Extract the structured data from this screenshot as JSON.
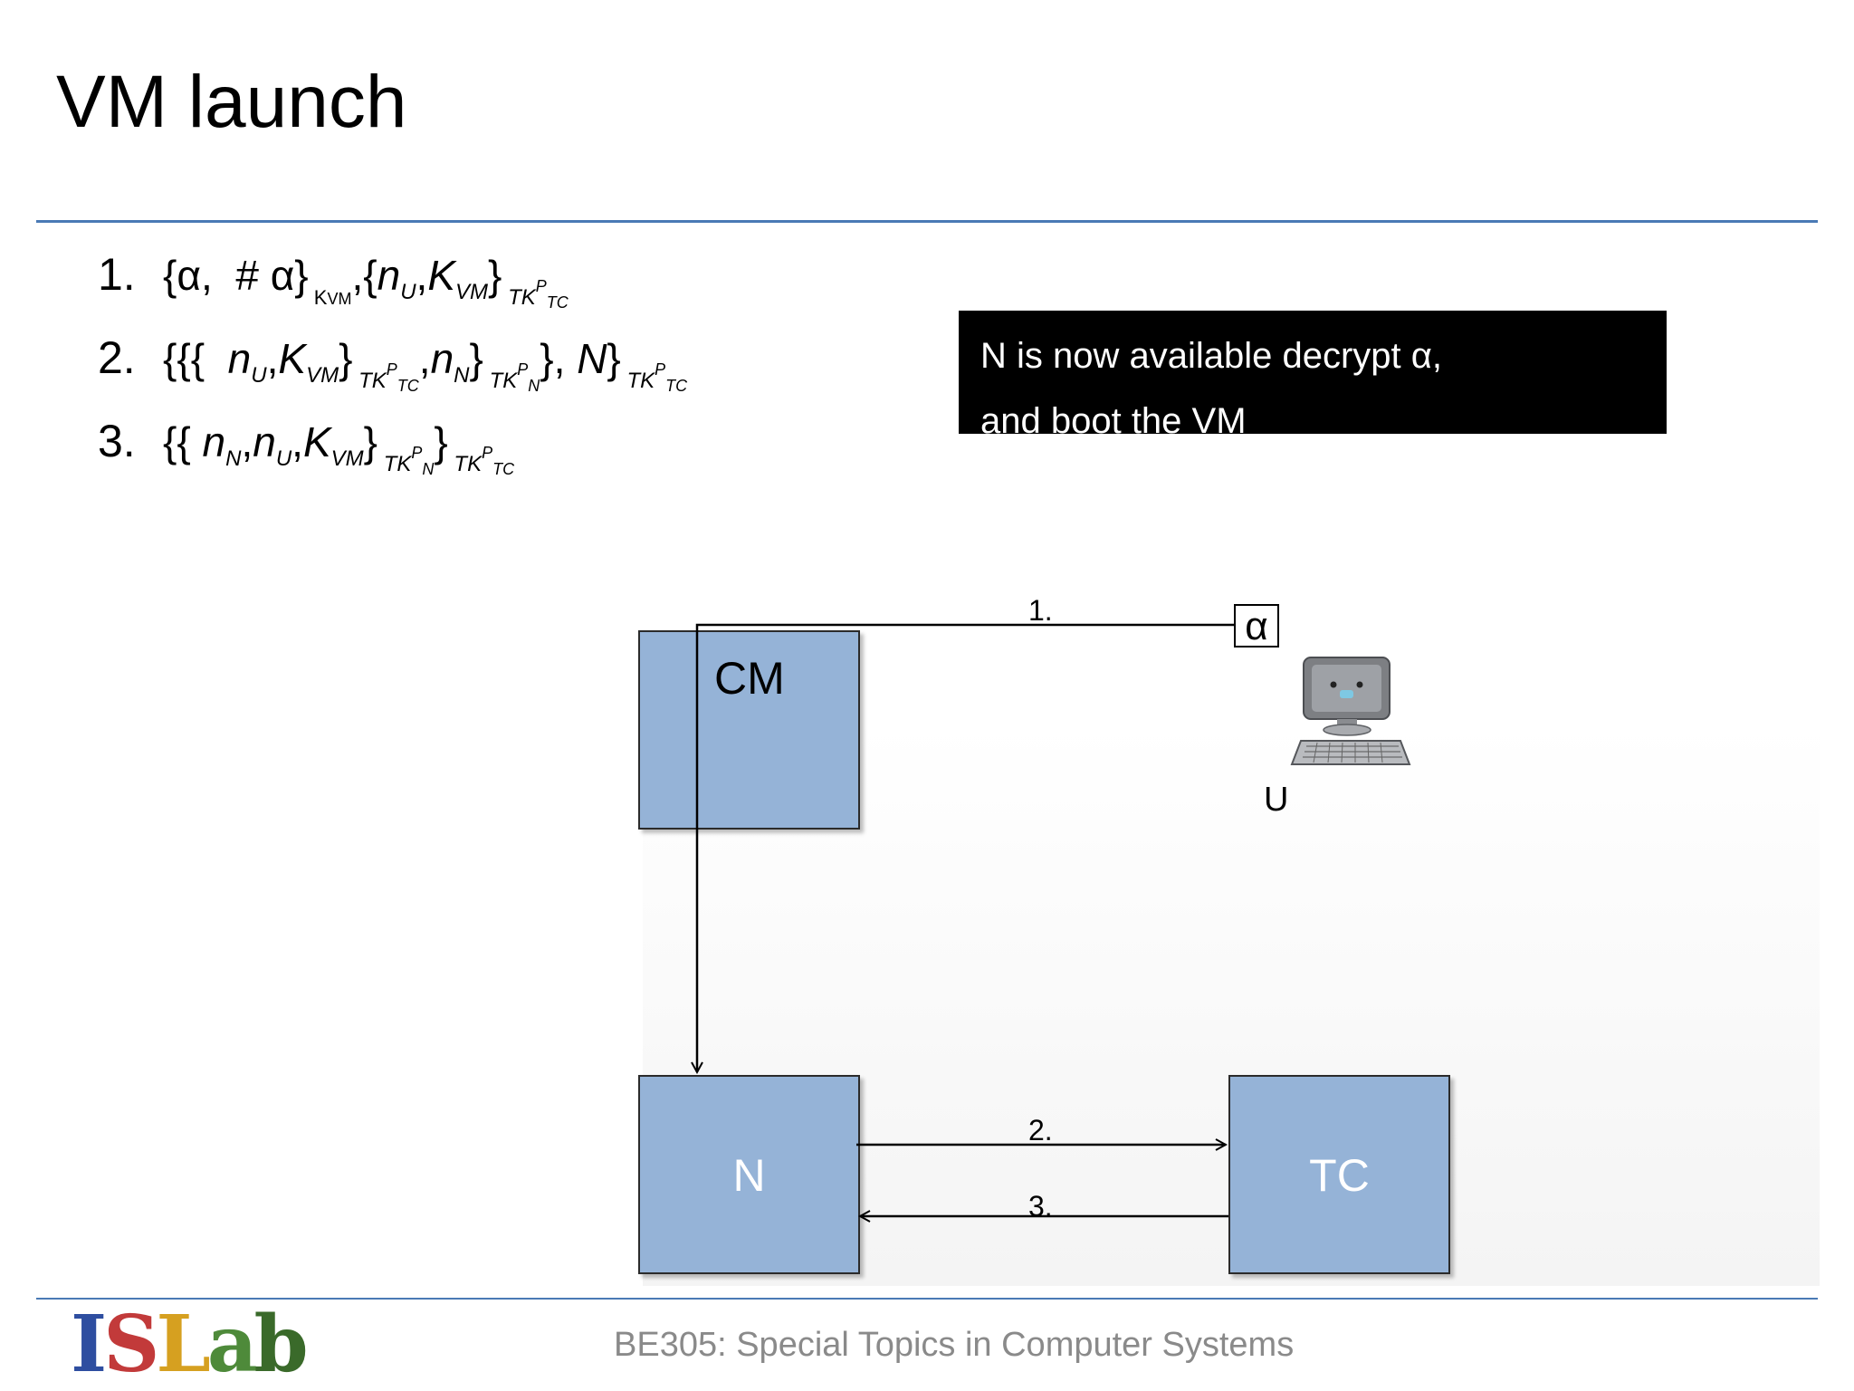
{
  "slide": {
    "title": "VM launch",
    "footer": "BE305: Special Topics in Computer Systems",
    "logo_letters": [
      "I",
      "S",
      "L",
      "a",
      "b"
    ]
  },
  "steps": [
    {
      "num": "1.",
      "formula": "{α, # α} K_VM, {n_U, K_VM} TK^P_TC"
    },
    {
      "num": "2.",
      "formula": "{{{ n_U, K_VM} TK^P_TC, n_N} TK^P_N}, N} TK^P_TC"
    },
    {
      "num": "3.",
      "formula": "{{ n_N, n_U, K_VM} TK^P_N} TK^P_TC"
    }
  ],
  "step_parts": {
    "alpha": "α",
    "hash": "#",
    "n": "n",
    "K": "K",
    "N": "N",
    "TK": "TK",
    "P": "P",
    "U": "U",
    "VM": "VM",
    "TC": "TC",
    "Ntag": "N",
    "KVM": "K",
    "KVMsub": "VM"
  },
  "note": {
    "line1": "N is now available decrypt α,",
    "line2": "and boot the VM"
  },
  "diagram": {
    "nodes": {
      "cm": "CM",
      "n": "N",
      "tc": "TC"
    },
    "user_label": "U",
    "alpha_symbol": "α",
    "edge_labels": [
      "1.",
      "2.",
      "3."
    ],
    "colors": {
      "box_fill": "#95b3d7",
      "rule": "#4a7ab5",
      "note_bg": "#000000"
    }
  }
}
